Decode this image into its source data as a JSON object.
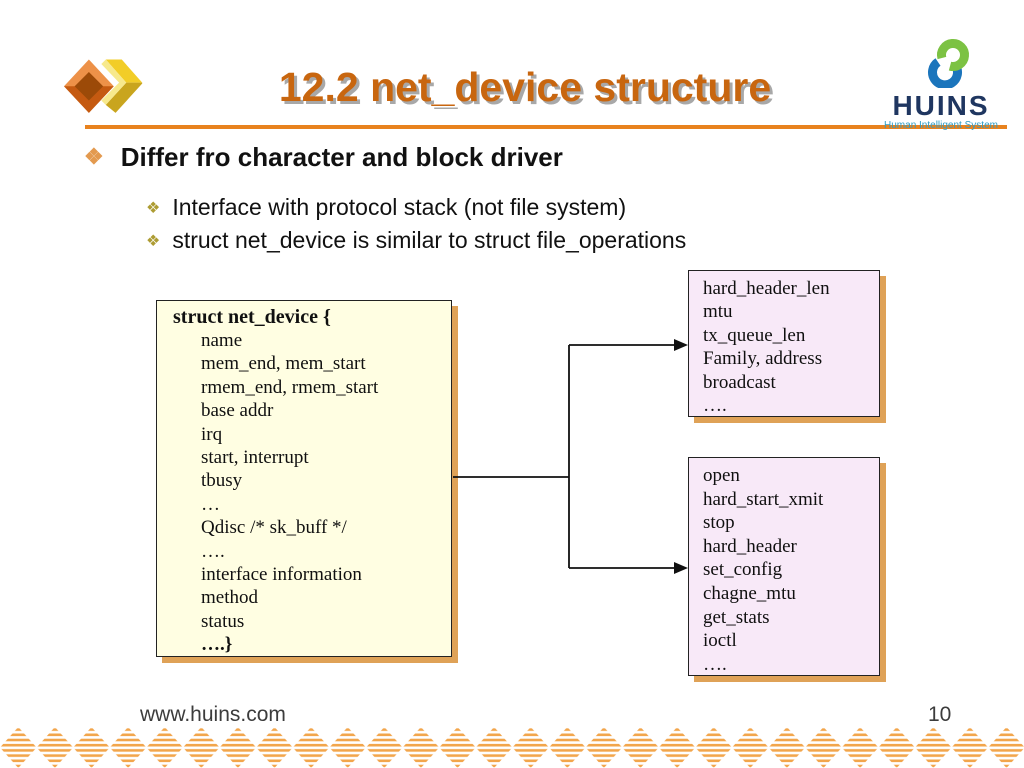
{
  "slide": {
    "title": "12.2 net_device structure",
    "bullet_char": "❖"
  },
  "logo": {
    "name": "HUINS",
    "tagline": "Human Intelligent System",
    "name_color": "#1f3660",
    "tagline_color": "#2e9cc5",
    "swoosh_blue": "#1b75bc",
    "swoosh_green": "#7cc243"
  },
  "bullets": {
    "level1": "Differ fro character and block driver",
    "level2": [
      "Interface with protocol stack (not file system)",
      "struct net_device is similar to struct file_operations"
    ]
  },
  "diagram": {
    "struct_box": {
      "header": "struct net_device  {",
      "fields": [
        "name",
        "mem_end, mem_start",
        "rmem_end, rmem_start",
        "base addr",
        "irq",
        "start, interrupt",
        "tbusy",
        "…",
        "Qdisc  /* sk_buff */",
        "….",
        "interface information",
        "method",
        "status"
      ],
      "footer": "….}"
    },
    "attr_box": {
      "lines": [
        "hard_header_len",
        "mtu",
        "tx_queue_len",
        "Family, address",
        "broadcast",
        "…."
      ]
    },
    "method_box": {
      "lines": [
        "open",
        "hard_start_xmit",
        "stop",
        "hard_header",
        "set_config",
        "chagne_mtu",
        "get_stats",
        "ioctl",
        "…."
      ]
    },
    "box_fill_yellow": "#fffee2",
    "box_fill_pink": "#f8e9f8",
    "box_shadow": "#dfa257",
    "connector_color": "#111111"
  },
  "footer": {
    "url": "www.huins.com",
    "page": "10"
  },
  "theme": {
    "title_color": "#c8660f",
    "divider_color": "#e8821e",
    "bullet1_color": "#e39a4f",
    "bullet2_color": "#ad9c33",
    "diamond_stripe_color": "#f2a54b"
  }
}
